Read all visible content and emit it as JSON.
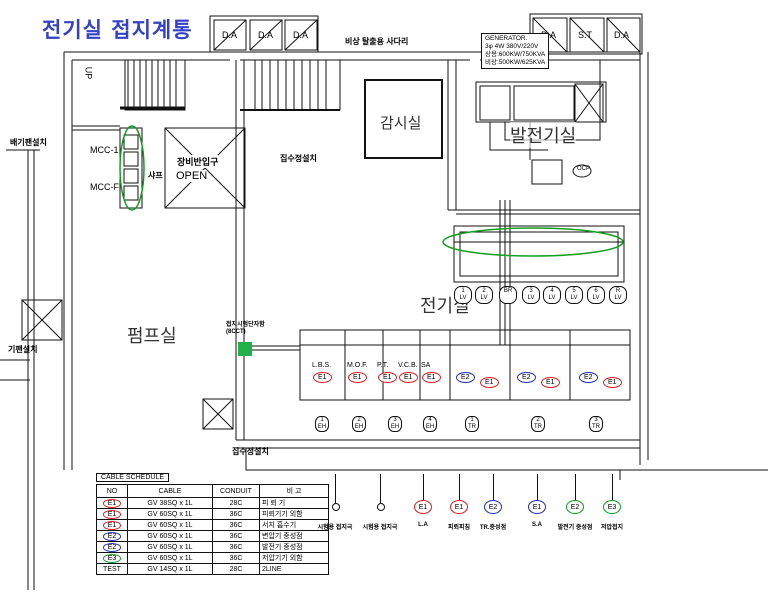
{
  "title": "전기실 접지계통",
  "labels": {
    "emergency_ladder": "비상 탈출용 사다리",
    "sump_pit_1": "집수정설치",
    "sump_pit_2": "집수정설치",
    "exhaust_fan": "배기팬설치",
    "supply_fan": "기팬설치",
    "monitoring_room": "감시실",
    "generator_room": "발전기실",
    "electrical_room": "전기실",
    "pump_room": "펌프실",
    "equipment_opening": "장비반입구",
    "opening": "OPEN",
    "shaft": "샤프",
    "mcc_1": "MCC-1",
    "mcc_2": "MCC-F",
    "up": "UP",
    "ground_terminal_box": "접지시험단자함",
    "ground_terminal_box_sub": "(8CCT)",
    "ocp": "OCP"
  },
  "dampers": [
    "D.A",
    "D.A",
    "D.A",
    "D.A",
    "S.T",
    "D.A"
  ],
  "generator_spec": {
    "line1": "GENERATOR.",
    "line2": "3φ 4W 380V/220V",
    "line3": "상용:600KW/750KVA",
    "line4": "비상:500KW/625KVA"
  },
  "lv_panels": [
    "1\nLV",
    "2\nLV",
    "BR",
    "3\nLV",
    "4\nLV",
    "5\nLV",
    "6\nLV",
    "R\nLV"
  ],
  "hv_panels": [
    {
      "name": "L.B.S.",
      "ground": "E1",
      "color": "#e02020"
    },
    {
      "name": "M.O.F.",
      "ground": "E1",
      "color": "#e02020"
    },
    {
      "name": "P.T.",
      "ground": "E1",
      "color": "#e02020"
    },
    {
      "name": "V.C.B.",
      "ground": "E1",
      "color": "#e02020"
    },
    {
      "name": "SA",
      "ground": "E1",
      "color": "#e02020"
    }
  ],
  "tr_grounds": [
    {
      "tr": "1",
      "g1": "E2",
      "g2": "E1"
    },
    {
      "tr": "2",
      "g1": "E2",
      "g2": "E1"
    },
    {
      "tr": "3",
      "g1": "E2",
      "g2": "E1"
    }
  ],
  "bottom_tags": [
    {
      "num": "1",
      "code": "EH"
    },
    {
      "num": "2",
      "code": "EH"
    },
    {
      "num": "3",
      "code": "EH"
    },
    {
      "num": "4",
      "code": "EH"
    },
    {
      "num": "1",
      "code": "TR"
    },
    {
      "num": "2",
      "code": "TR"
    },
    {
      "num": "3",
      "code": "TR"
    }
  ],
  "ground_electrodes": [
    {
      "label": "시험용 접지극",
      "type": "test"
    },
    {
      "label": "시험용 접지극",
      "type": "test"
    },
    {
      "label": "L.A",
      "code": "E1",
      "color": "#e02020"
    },
    {
      "label": "피뢰피침",
      "code": "E1",
      "color": "#e02020"
    },
    {
      "label": "TR.중성점",
      "code": "E2",
      "color": "#2030c0"
    },
    {
      "label": "S.A",
      "code": "E1",
      "color": "#2030c0"
    },
    {
      "label": "발전기 중성점",
      "code": "E2",
      "color": "#10a020"
    },
    {
      "label": "저압접지",
      "code": "E3",
      "color": "#10a020"
    }
  ],
  "cable_schedule": {
    "title": "CABLE SCHEDULE",
    "headers": [
      "NO",
      "CABLE",
      "CONDUIT",
      "비 고"
    ],
    "rows": [
      {
        "no": "E1",
        "cable": "GV 38SQ x 1L",
        "conduit": "28C",
        "note": "피 뢰 기",
        "color": "#e02020"
      },
      {
        "no": "E1",
        "cable": "GV 60SQ x 1L",
        "conduit": "36C",
        "note": "피뢰기기 외함",
        "color": "#e02020"
      },
      {
        "no": "E1",
        "cable": "GV 60SQ x 1L",
        "conduit": "36C",
        "note": "서지 흡수기",
        "color": "#e02020"
      },
      {
        "no": "E2",
        "cable": "GV 60SQ x 1L",
        "conduit": "36C",
        "note": "변압기 중성점",
        "color": "#2030c0"
      },
      {
        "no": "E2",
        "cable": "GV 60SQ x 1L",
        "conduit": "36C",
        "note": "발전기 중성점",
        "color": "#2030c0"
      },
      {
        "no": "E3",
        "cable": "GV 60SQ x 1L",
        "conduit": "36C",
        "note": "저압기기 외함",
        "color": "#10a020"
      },
      {
        "no": "TEST",
        "cable": "GV 14SQ x 1L",
        "conduit": "28C",
        "note": "2LINE",
        "color": ""
      }
    ]
  },
  "colors": {
    "title": "#3340c8",
    "e1": "#e02020",
    "e2": "#2030c0",
    "e3": "#10a020",
    "terminal": "#22b04a"
  }
}
